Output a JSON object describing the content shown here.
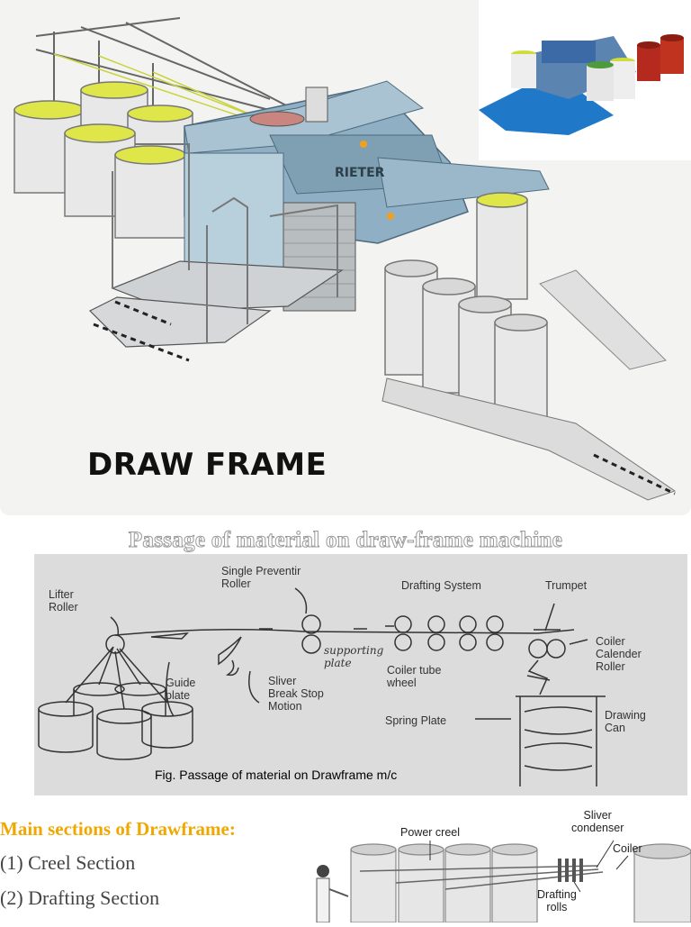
{
  "hero": {
    "title": "DRAW FRAME",
    "machine_brand": "RIETER"
  },
  "passage": {
    "heading": "Passage of material on draw-frame machine",
    "labels": {
      "lifter_roller": "Lifter\nRoller",
      "single_preventir_roller": "Single Preventir\nRoller",
      "drafting_system": "Drafting System",
      "trumpet": "Trumpet",
      "coiler_calender_roller": "Coiler\nCalender\nRoller",
      "guide_plate": "Guide\nplate",
      "sliver_break_stop_motion": "Sliver\nBreak Stop\nMotion",
      "supporting_plate": "supporting\nplate",
      "coiler_tube_wheel": "Coiler tube\nwheel",
      "spring_plate": "Spring Plate",
      "drawing_can": "Drawing\nCan"
    },
    "caption": "Fig. Passage of material on Drawframe m/c"
  },
  "sections": {
    "heading": "Main sections of Drawframe:",
    "items": [
      "(1) Creel Section",
      "(2) Drafting Section"
    ]
  },
  "bottom_figure": {
    "labels": {
      "power_creel": "Power creel",
      "sliver_condenser": "Sliver\ncondenser",
      "coiler": "Coiler",
      "drafting_rolls": "Drafting\nrolls"
    }
  },
  "colors": {
    "machine_blue": "#8fb0c4",
    "can_lid_yellow": "#dfe64a",
    "section_heading": "#f0a800"
  }
}
